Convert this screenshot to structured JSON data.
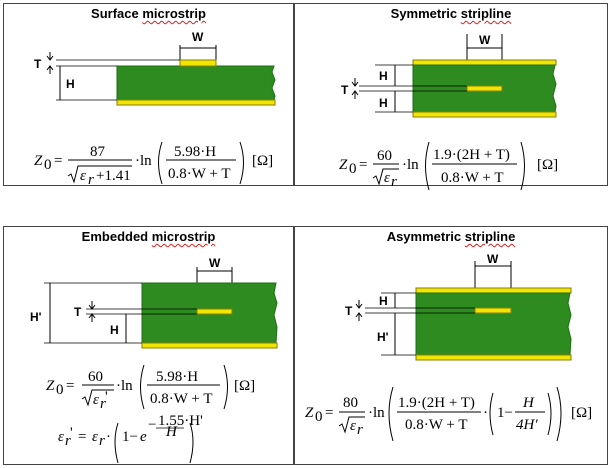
{
  "panels": [
    {
      "title_plain": "Surface ",
      "title_emph": "microstrip",
      "labels": {
        "t": "T",
        "h": "H",
        "w": "W"
      }
    },
    {
      "title_plain": "Symmetric ",
      "title_emph": "stripline",
      "labels": {
        "t": "T",
        "h_top": "H",
        "h_bottom": "H",
        "w": "W"
      }
    },
    {
      "title_plain": "Embedded ",
      "title_emph": "microstrip",
      "labels": {
        "t": "T",
        "h": "H",
        "h_prime": "H'",
        "w": "W"
      }
    },
    {
      "title_plain": "Asymmetric ",
      "title_emph": "stripline",
      "labels": {
        "t": "T",
        "h": "H",
        "h_prime": "H'",
        "w": "W"
      }
    }
  ],
  "formulas": {
    "surface": {
      "lhs": "Z",
      "sub": "0",
      "num": "87",
      "den_tail": "+1.41",
      "log_num": "5.98·H",
      "log_den": "0.8·W + T",
      "unit": "[Ω]"
    },
    "symmetric": {
      "num": "60",
      "log_num": "1.9·(2H + T)",
      "log_den": "0.8·W + T",
      "unit": "[Ω]"
    },
    "embedded": {
      "num": "60",
      "log_num": "5.98·H",
      "log_den": "0.8·W + T",
      "unit": "[Ω]",
      "eps_exp_num": "1.55·H'",
      "eps_exp_den": "H"
    },
    "asymmetric": {
      "num": "80",
      "log_num": "1.9·(2H + T)",
      "log_den": "0.8·W + T",
      "frac2_num": "H",
      "frac2_den": "4H'",
      "unit": "[Ω]"
    }
  },
  "colors": {
    "dielectric": "#2e8b1f",
    "dielectric_dark": "#1f6e14",
    "copper": "#f2e600",
    "copper_edge": "#8a7d00"
  }
}
